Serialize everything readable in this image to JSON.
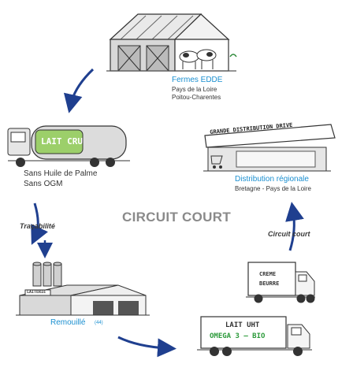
{
  "farm": {
    "name": "Fermes EDDE",
    "region1": "Pays de la Loire",
    "region2": "Poitou-Charentes"
  },
  "milk_truck": {
    "tank_label": "LAIT CRU",
    "note1": "Sans Huile de Palme",
    "note2": "Sans OGM"
  },
  "dairy": {
    "building_sign": "LAITERIE",
    "name": "Remouillé",
    "code": "(44)"
  },
  "uht_truck": {
    "line1": "LAIT UHT",
    "line2": "OMEGA 3 – BIO"
  },
  "cream_truck": {
    "line1": "CREME",
    "line2": "BEURRE"
  },
  "store": {
    "sign": "GRANDE DISTRIBUTION DRIVE",
    "title": "Distribution régionale",
    "subtitle": "Bretagne - Pays de la Loire"
  },
  "center_title": "CIRCUIT COURT",
  "arrow_labels": {
    "left": "Traçabilité",
    "right": "Circuit court"
  },
  "colors": {
    "arrow": "#1f3f8f",
    "blue_text": "#1a8fd0",
    "tank_green": "#9ccf6a",
    "uht_green": "#2b9a3a"
  }
}
